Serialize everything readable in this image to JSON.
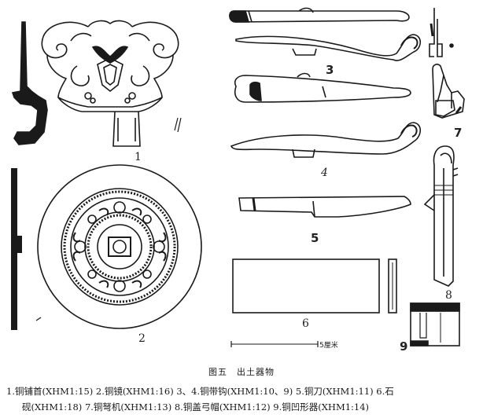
{
  "figure": {
    "numbers": [
      "1",
      "2",
      "3",
      "4",
      "5",
      "6",
      "7",
      "8",
      "9"
    ],
    "scale_label": "5厘米"
  },
  "caption": {
    "label": "图五",
    "title": "出土器物",
    "line1": "1.铜铺首(XHM1:15)   2.铜镜(XHM1:16)   3、4.铜带钩(XHM1:10、9)   5.铜刀(XHM1:11)   6.石",
    "line2": "砚(XHM1:18)   7.铜弩机(XHM1:13)   8.铜盖弓帽(XHM1:12)   9.铜凹形器(XHM1:14)"
  }
}
